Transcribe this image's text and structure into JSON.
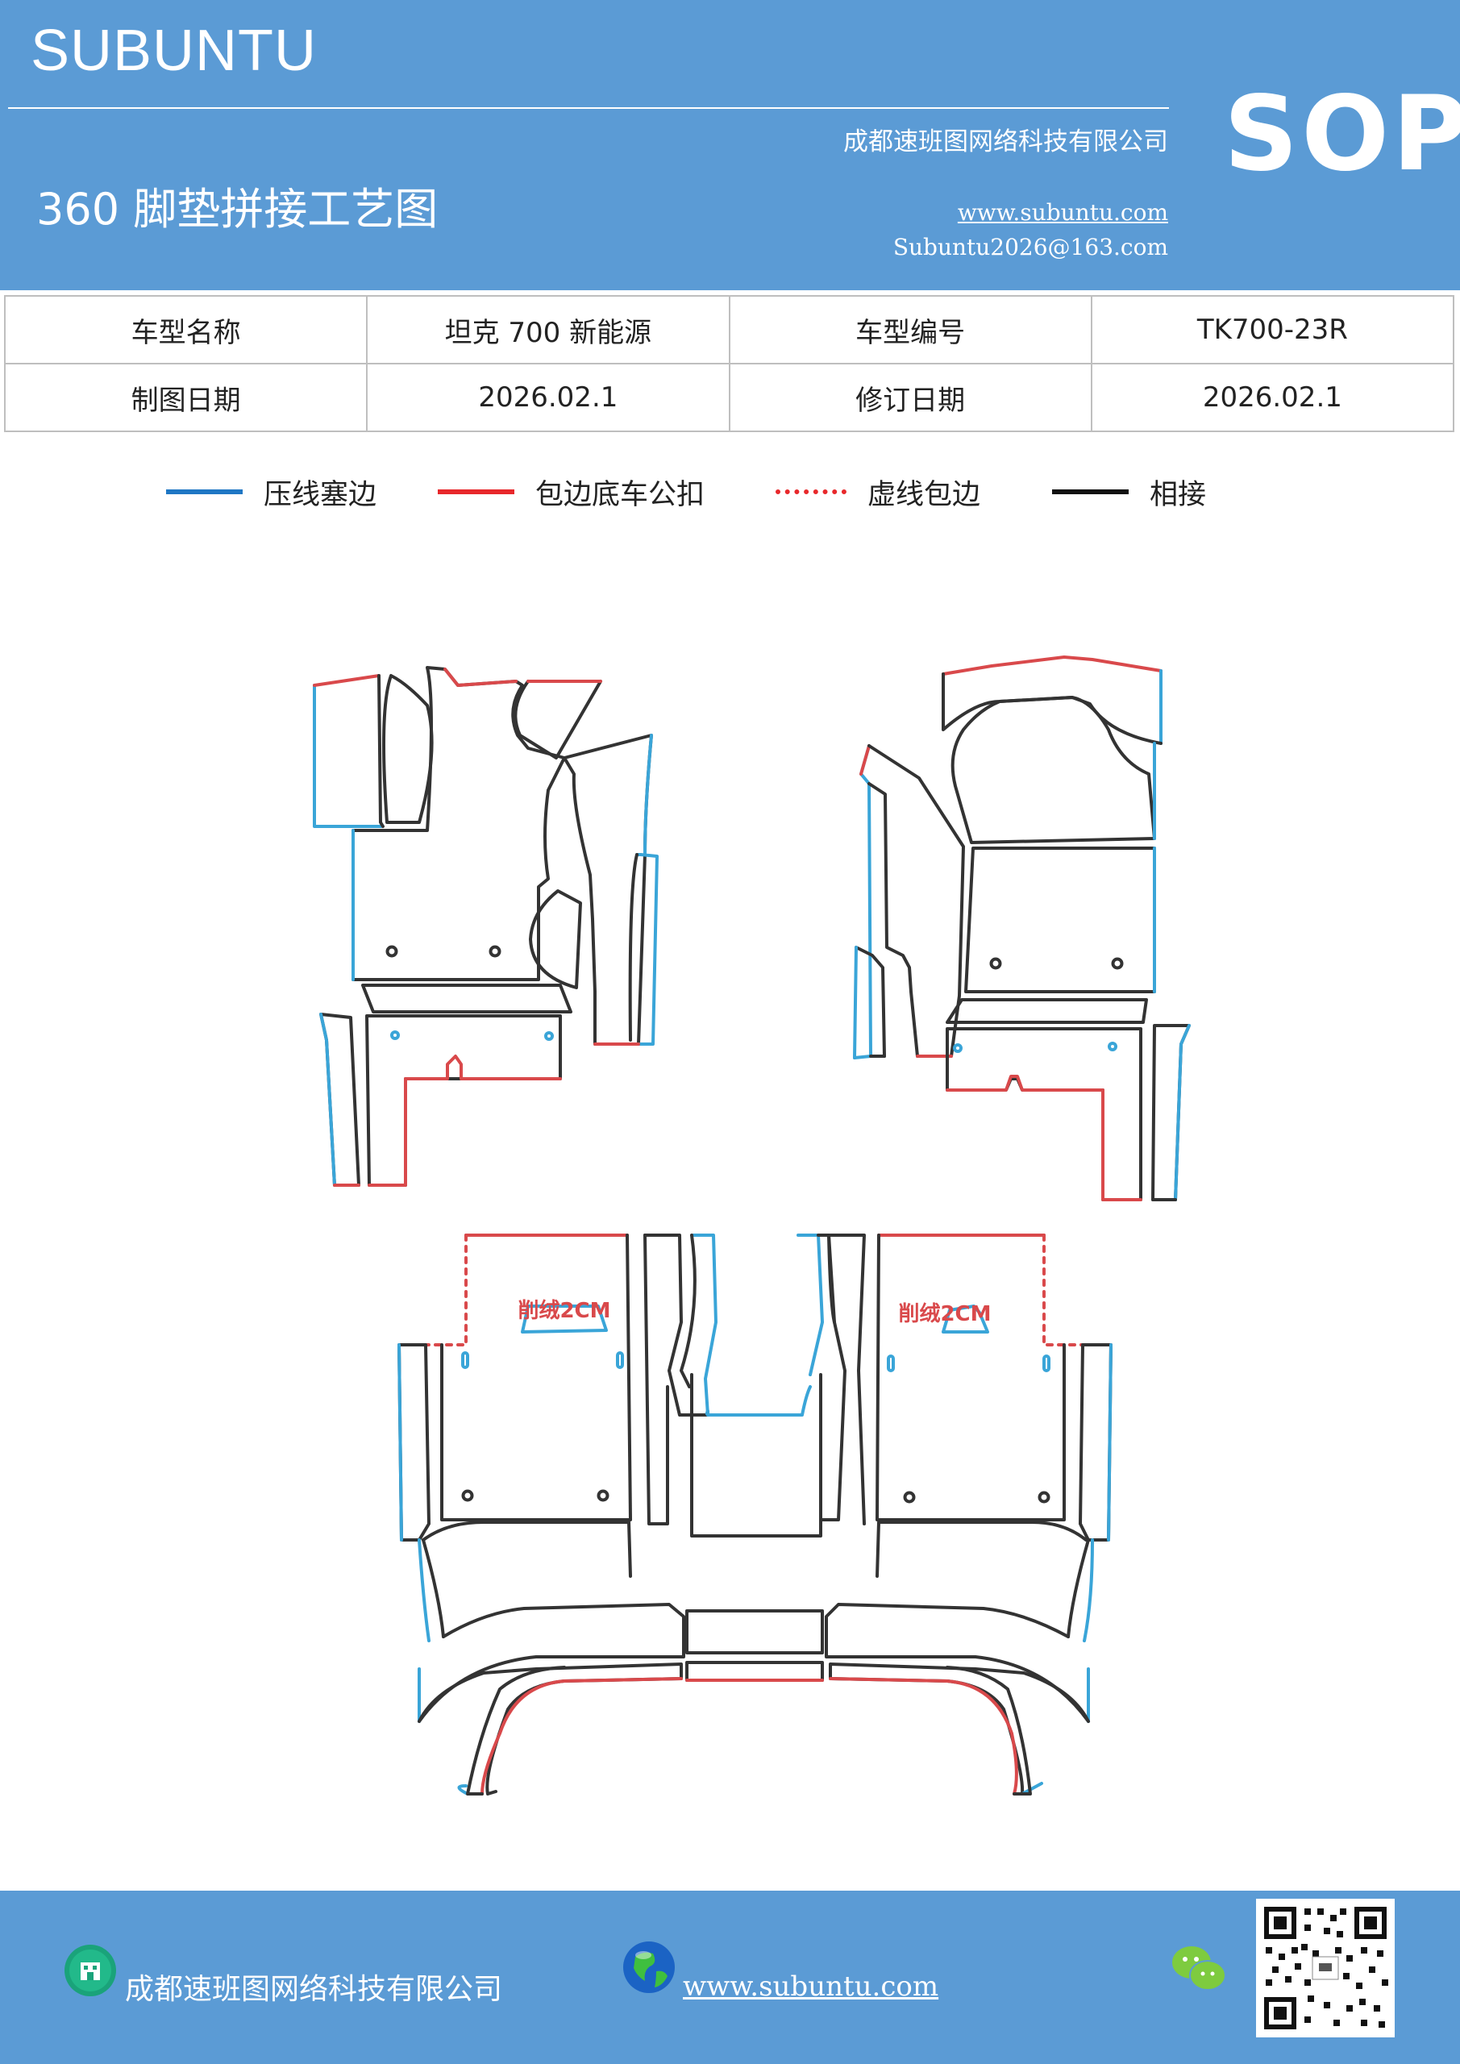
{
  "header": {
    "brand": "SUBUNTU",
    "company": "成都速班图网络科技有限公司",
    "title": "360 脚垫拼接工艺图",
    "url": "www.subuntu.com",
    "email": "Subuntu2026@163.com",
    "badge": "SOP"
  },
  "info": {
    "model_name_label": "车型名称",
    "model_name": "坦克 700 新能源",
    "model_code_label": "车型编号",
    "model_code": "TK700-23R",
    "draw_date_label": "制图日期",
    "draw_date": "2026.02.1",
    "revise_date_label": "修订日期",
    "revise_date": "2026.02.1"
  },
  "legend": [
    {
      "label": "压线塞边",
      "color": "#1f77c4",
      "style": "solid"
    },
    {
      "label": "包边底车公扣",
      "color": "#e8282b",
      "style": "solid"
    },
    {
      "label": "虚线包边",
      "color": "#e8282b",
      "style": "dotted"
    },
    {
      "label": "相接",
      "color": "#111111",
      "style": "solid"
    }
  ],
  "drawing": {
    "annotation_left": "削绒2CM",
    "annotation_right": "削绒2CM",
    "colors": {
      "blue": "#3aa5d8",
      "red": "#d9494b",
      "black": "#333333"
    }
  },
  "footer": {
    "company": "成都速班图网络科技有限公司",
    "url": "www.subuntu.com",
    "icons": [
      "building-icon",
      "globe-icon",
      "wechat-icon",
      "qr-code"
    ]
  }
}
